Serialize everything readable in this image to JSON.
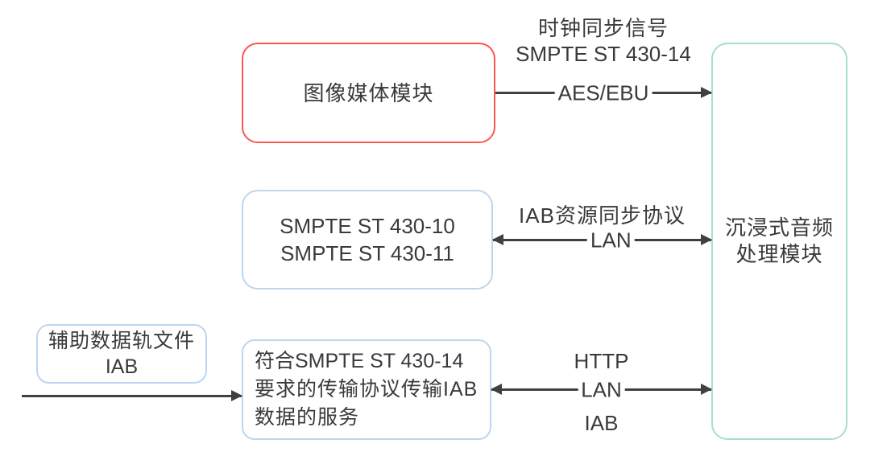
{
  "colors": {
    "red_border": "#ff5552",
    "blue_border": "#bcd6f0",
    "green_border": "#a9dfc2",
    "arrow_color": "#404040",
    "text_color": "#3a3a3a",
    "canvas_bg": "#ffffff"
  },
  "boxes": {
    "image_media_module": {
      "label": "图像媒体模块"
    },
    "smpte_standards": {
      "lines": [
        "SMPTE ST 430-10",
        "SMPTE ST 430-11"
      ]
    },
    "aux_data_track": {
      "lines": [
        "辅助数据轨文件",
        "IAB"
      ]
    },
    "transport_service": {
      "lines": [
        "符合SMPTE ST 430-14",
        "要求的传输协议传输IAB",
        "数据的服务"
      ]
    },
    "immersive_audio_module": {
      "lines": [
        "沉浸式音频",
        "处理模块"
      ]
    }
  },
  "connections": {
    "clock_sync": {
      "labels_above": [
        "时钟同步信号",
        "SMPTE ST 430-14"
      ],
      "label_on_line": "AES/EBU"
    },
    "iab_resource_sync": {
      "label_above": "IAB资源同步协议",
      "label_on_line": "LAN"
    },
    "iab_transport": {
      "label_above": "HTTP",
      "label_on_line": "LAN",
      "label_below": "IAB"
    }
  }
}
